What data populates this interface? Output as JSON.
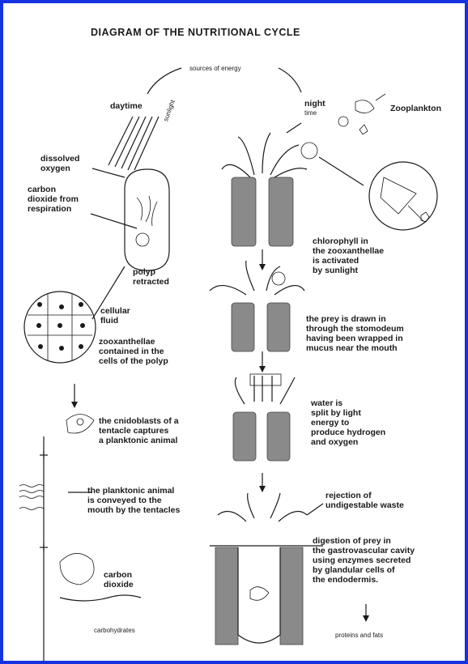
{
  "title": "DIAGRAM OF THE NUTRITIONAL CYCLE",
  "labels": {
    "sources": "sources of energy",
    "daytime": "daytime",
    "sunlight": "sunlight",
    "night": "night",
    "time": "time",
    "zooplankton": "Zooplankton",
    "dissolved_oxygen": "dissolved\noxygen",
    "carbon_dioxide_resp": "carbon\ndioxide from\nrespiration",
    "polyp_retracted": "polyp\nretracted",
    "cellular_fluid": "cellular\nfluid",
    "zooxanthellae": "zooxanthellae\ncontained in the\ncells of the polyp",
    "chlorophyll": "chlorophyll in\nthe zooxanthellae\nis activated\nby sunlight",
    "prey_drawn": "the prey is drawn in\nthrough the stomodeum\nhaving been wrapped in\nmucus near the mouth",
    "cnidoblasts": "the cnidoblasts of a\ntentacle captures\na planktonic animal",
    "water_split": "water is\nsplit by light\nenergy to\nproduce hydrogen\nand oxygen",
    "conveyed": "the planktonic animal\nis conveyed to the\nmouth by the tentacles",
    "rejection": "rejection of\nundigestable waste",
    "digestion": "digestion of prey in\nthe gastrovascular cavity\nusing enzymes secreted\nby glandular cells of\nthe endodermis.",
    "carbon_dioxide": "carbon\ndioxide",
    "carbohydrates": "carbohydrates",
    "proteins_fats": "proteins and fats"
  },
  "colors": {
    "frame": "#1432e0",
    "ink": "#1a1a1a",
    "column": "#8a8a8a"
  }
}
